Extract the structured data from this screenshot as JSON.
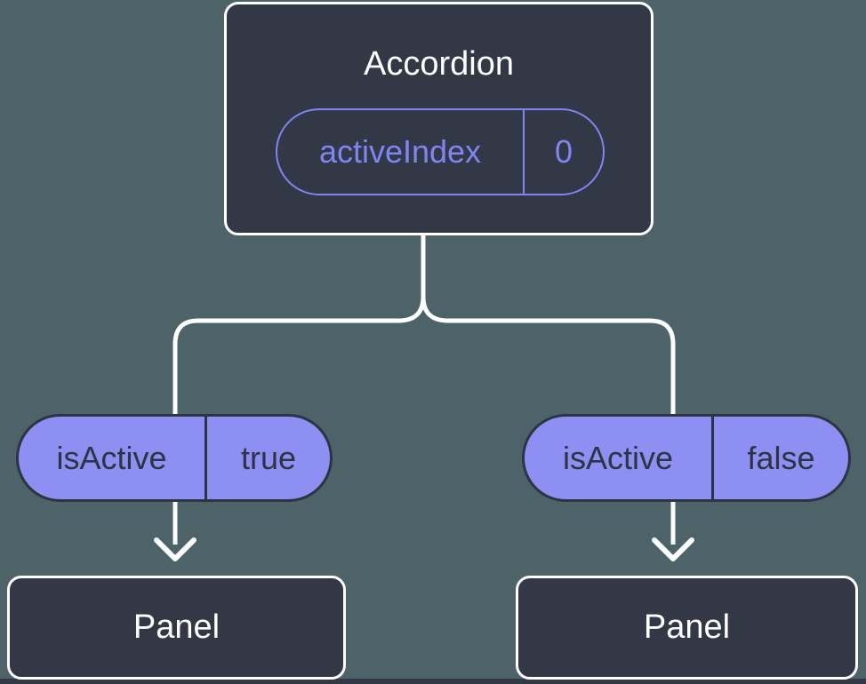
{
  "diagram": {
    "type": "component-tree",
    "colors": {
      "background": "#4e6368",
      "node_fill": "#323845",
      "node_border": "#ffffff",
      "connector": "#ffffff",
      "prop_pill_outline": "#8185f2",
      "prop_pill_fill": "#8d8ff2",
      "prop_pill_dark": "#2d3442",
      "title_text": "#ffffff"
    },
    "root": {
      "title": "Accordion",
      "prop": {
        "name": "activeIndex",
        "value": "0"
      }
    },
    "children": [
      {
        "prop": {
          "name": "isActive",
          "value": "true"
        },
        "panel": {
          "title": "Panel"
        }
      },
      {
        "prop": {
          "name": "isActive",
          "value": "false"
        },
        "panel": {
          "title": "Panel"
        }
      }
    ]
  }
}
